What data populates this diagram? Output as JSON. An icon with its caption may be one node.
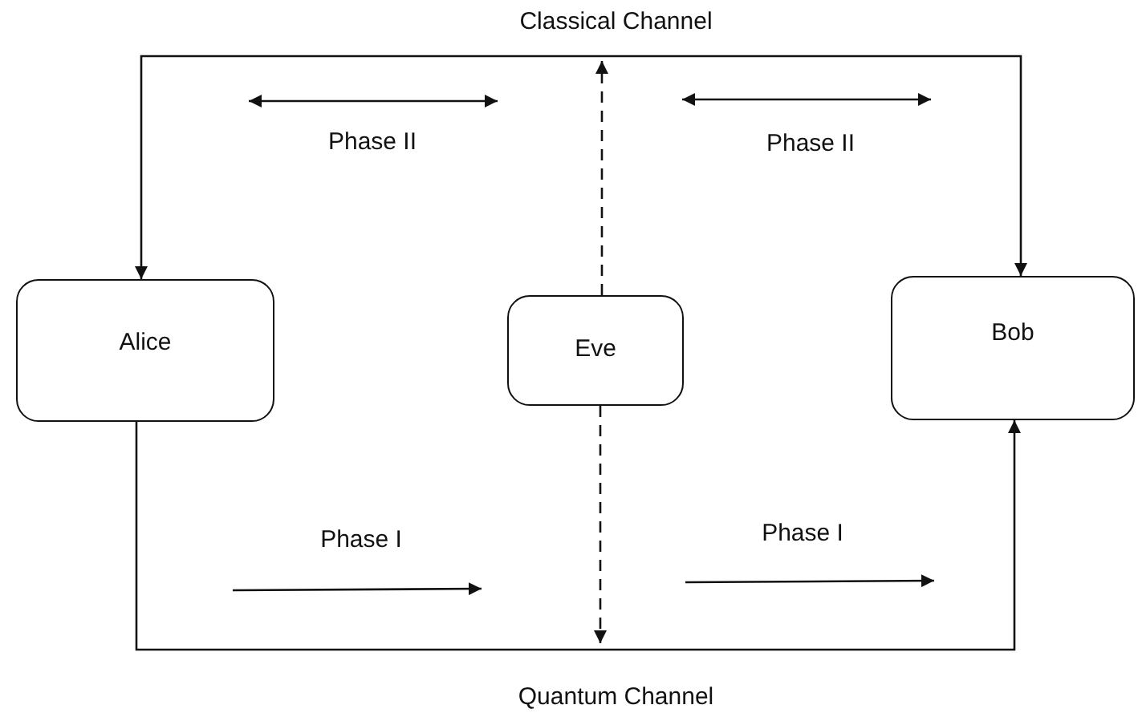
{
  "diagram": {
    "nodes": [
      {
        "text": [
          "Alice"
        ]
      },
      {
        "text": [
          "Eve"
        ]
      },
      {
        "text": [
          "Bob"
        ]
      }
    ],
    "edges": [
      {
        "from": 0,
        "to": 2,
        "arrow": "both",
        "label": "Classical Channel"
      },
      {
        "from": 0,
        "to": 2,
        "arrow": "to",
        "label": "Quantum Channel"
      },
      {
        "from": 1,
        "to": null,
        "arrow": "to",
        "style": "dashed"
      },
      {
        "from": 1,
        "to": null,
        "arrow": "to",
        "style": "dashed"
      }
    ],
    "labels": [
      "Phase II",
      "Phase II",
      "Phase I",
      "Phase I"
    ]
  }
}
